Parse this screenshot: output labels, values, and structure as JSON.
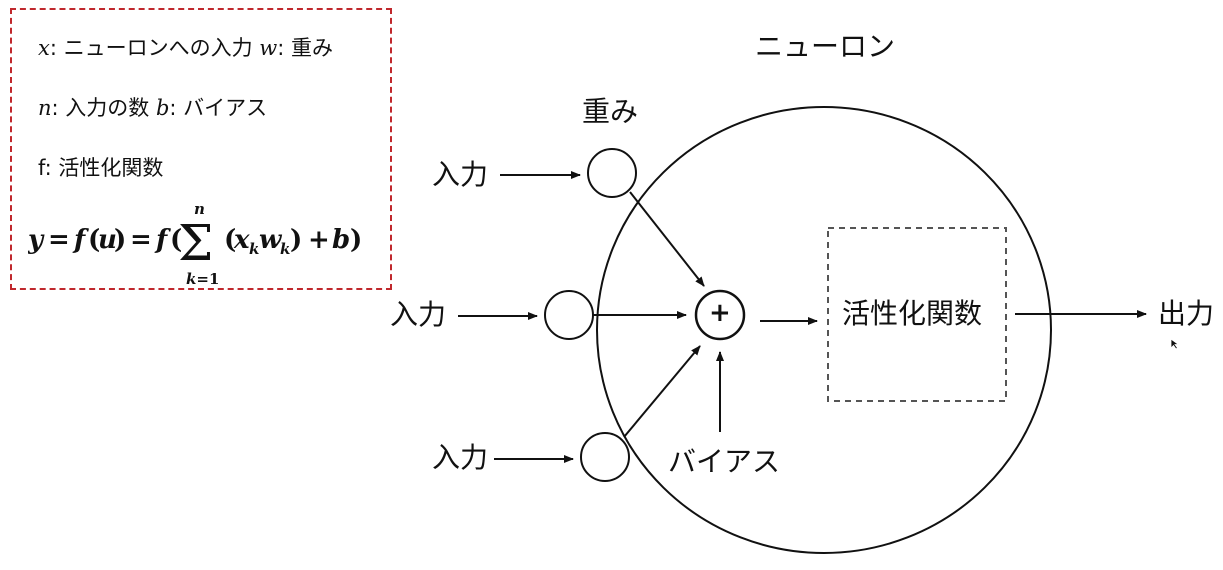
{
  "legend": {
    "line1_var_x": "x",
    "line1_text": ": ニューロンへの入力 ",
    "line1_var_w": "w",
    "line1_text2": ": 重み",
    "line2_var_n": "n",
    "line2_text": ": 入力の数 ",
    "line2_var_b": "b",
    "line2_text2": ": バイアス",
    "line3_text": "f: 活性化関数",
    "formula_text": "y = f(u) = f(Σ_{k=1}^{n}(x_k w_k) + b)"
  },
  "diagram": {
    "neuron_label": "ニューロン",
    "weight_label": "重み",
    "input_labels": [
      "入力",
      "入力",
      "入力"
    ],
    "sum_symbol": "+",
    "bias_label": "バイアス",
    "activation_label": "活性化関数",
    "output_label": "出力"
  },
  "colors": {
    "legend_border": "#c0282d",
    "activation_border": "#555555",
    "stroke": "#111111"
  }
}
